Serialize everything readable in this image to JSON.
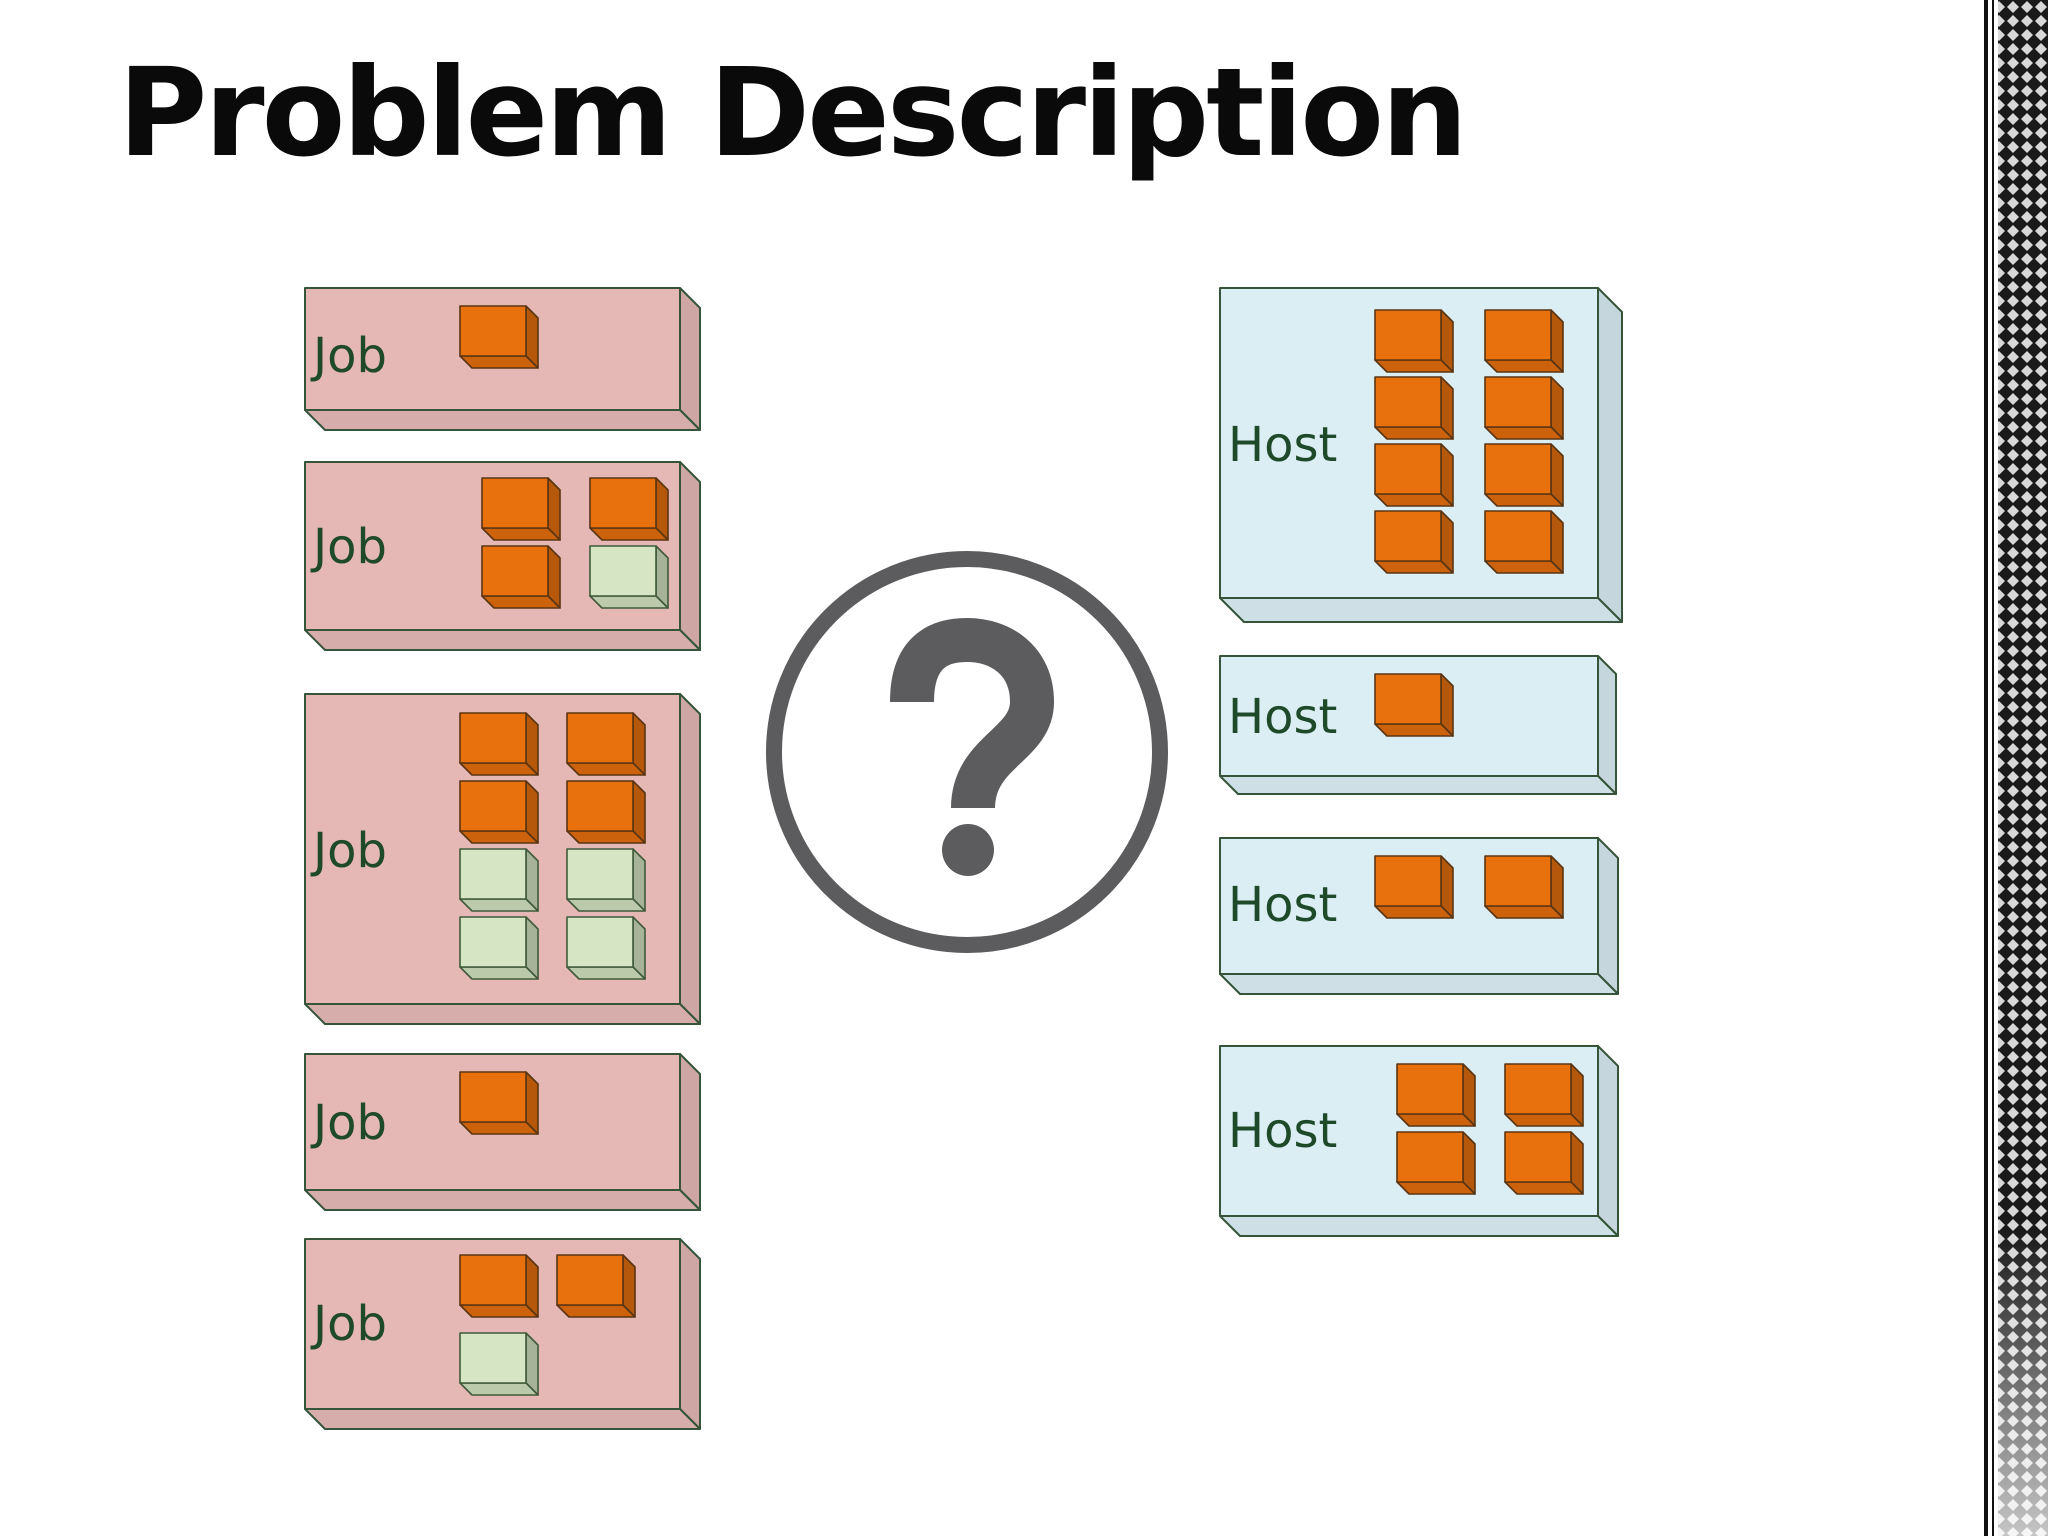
{
  "title": "Problem Description",
  "colors": {
    "job_face": "#e5b8b6",
    "host_face": "#dbeef4",
    "outline": "#35543a",
    "used_resource": "#e8710e",
    "free_resource": "#d6e5c3",
    "question_circle": "#5c5b5d"
  },
  "question_icon": "question-circle-icon",
  "jobs": [
    {
      "label": "Job",
      "used": 1,
      "free": 0
    },
    {
      "label": "Job",
      "used": 3,
      "free": 1
    },
    {
      "label": "Job",
      "used": 4,
      "free": 4
    },
    {
      "label": "Job",
      "used": 1,
      "free": 0
    },
    {
      "label": "Job",
      "used": 2,
      "free": 1
    }
  ],
  "hosts": [
    {
      "label": "Host",
      "used": 8,
      "free": 0
    },
    {
      "label": "Host",
      "used": 1,
      "free": 0
    },
    {
      "label": "Host",
      "used": 2,
      "free": 0
    },
    {
      "label": "Host",
      "used": 4,
      "free": 0
    }
  ]
}
